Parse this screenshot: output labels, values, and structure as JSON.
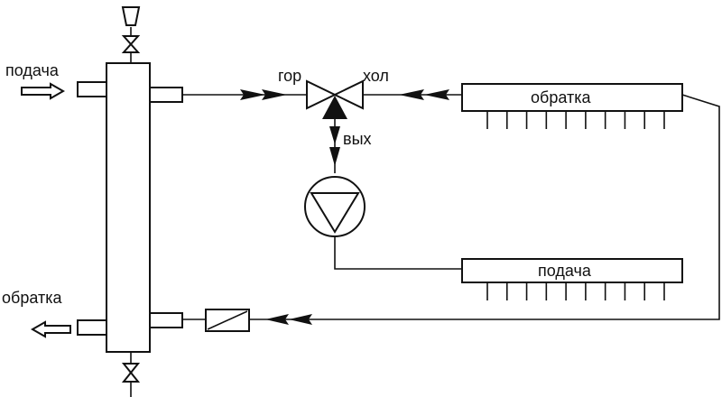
{
  "labels": {
    "left_supply": "подача",
    "left_return": "обратка",
    "valve_hot": "гор",
    "valve_cold": "хол",
    "valve_out": "вых",
    "manifold_top": "обратка",
    "manifold_bottom": "подача"
  },
  "manifold_top_outlets": 10,
  "manifold_bottom_outlets": 10,
  "colors": {
    "line": "#111111",
    "background": "#ffffff"
  },
  "icons": [
    "three-way-valve-icon",
    "pump-icon",
    "filter-icon",
    "shutoff-valve-icon",
    "flow-arrow-icon"
  ]
}
